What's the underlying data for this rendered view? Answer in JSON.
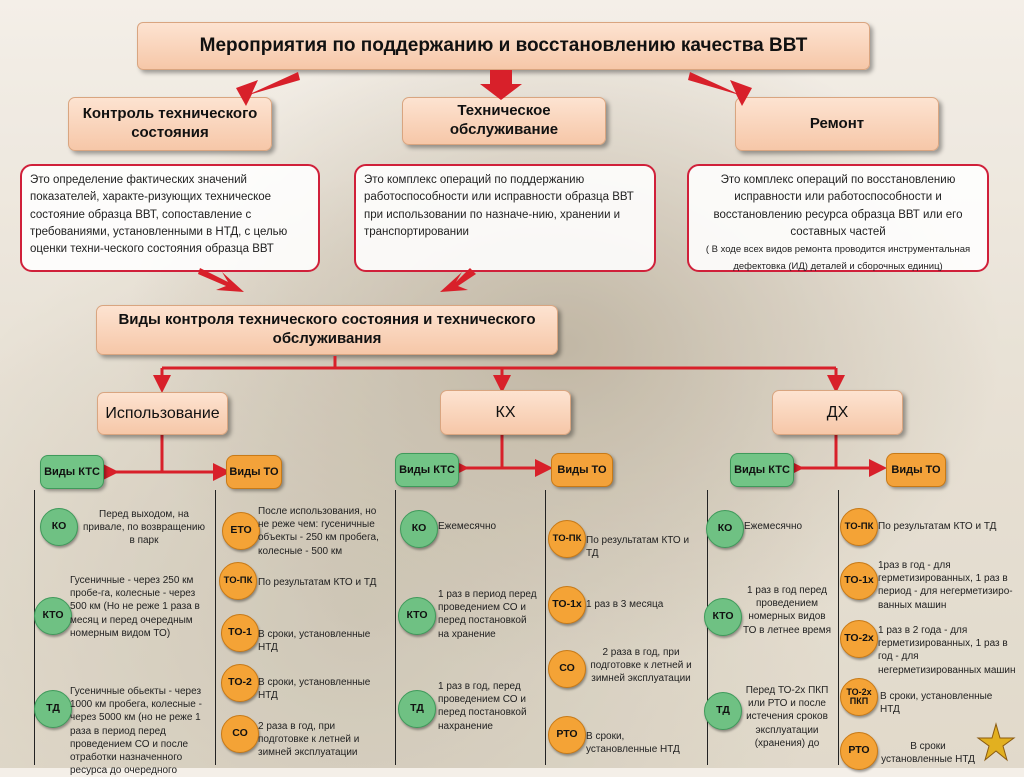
{
  "title": "Мероприятия по поддержанию и восстановлению качества ВВТ",
  "categories": [
    {
      "label": "Контроль технического состояния",
      "description": "Это определение фактических значений показателей, характе-ризующих техническое состояние образца ВВТ, сопоставление с требованиями, установленными в НТД, с целью оценки техни-ческого состояния образца ВВТ"
    },
    {
      "label": "Техническое обслуживание",
      "description": "Это комплекс операций по поддержанию работоспособности или исправности образца ВВТ при использовании по назначе-нию, хранении и транспортировании"
    },
    {
      "label": "Ремонт",
      "description": "Это комплекс операций по восстановлению исправности или работоспособности и восстановлению ресурса образца ВВТ или его составных частей",
      "note": "( В ходе всех видов ремонта проводится инструментальная дефектовка (ИД) деталей и сборочных единиц)"
    }
  ],
  "section_title": "Виды контроля технического состояния и технического обслуживания",
  "modes": [
    {
      "label": "Использование",
      "ktc_label": "Виды КТС",
      "to_label": "Виды ТО",
      "ktc_items": [
        {
          "code": "КО",
          "text": "Перед выходом, на привале, по возвращению в парк"
        },
        {
          "code": "КТО",
          "text": "Гусеничные - через 250 км пробе-га, колесные - через 500 км (Но не реже 1 раза в месяц и перед очередным номерным видом ТО)"
        },
        {
          "code": "ТД",
          "text": "Гусеничные обьекты - через 1000 км пробега, колесные - через 5000 км (но не реже 1 раза в период перед проведением СО и после отработки назначенного ресурса до очередного"
        }
      ],
      "to_items": [
        {
          "code": "ЕТО",
          "text": "После использования, но не реже чем: гусеничные объекты - 250 км пробега, колесные - 500 км"
        },
        {
          "code": "ТО-ПК",
          "text": "По результатам КТО и ТД"
        },
        {
          "code": "ТО-1",
          "text": "В сроки, установленные НТД"
        },
        {
          "code": "ТО-2",
          "text": "В сроки, установленные НТД"
        },
        {
          "code": "СО",
          "text": "2 раза в год, при подготовке к летней и зимней эксплуатации"
        }
      ]
    },
    {
      "label": "КХ",
      "ktc_label": "Виды КТС",
      "to_label": "Виды ТО",
      "ktc_items": [
        {
          "code": "КО",
          "text": "Ежемесячно"
        },
        {
          "code": "КТО",
          "text": "1 раз в период перед проведением СО и перед постановкой на хранение"
        },
        {
          "code": "ТД",
          "text": "1 раз в год, перед проведением СО и перед постановкой нахранение"
        }
      ],
      "to_items": [
        {
          "code": "ТО-ПК",
          "text": "По результатам КТО и ТД"
        },
        {
          "code": "ТО-1х",
          "text": "1 раз в 3 месяца"
        },
        {
          "code": "СО",
          "text": "2 раза в год, при подготовке к летней и зимней эксплуатации"
        },
        {
          "code": "РТО",
          "text": "В сроки, установленные НТД"
        }
      ]
    },
    {
      "label": "ДХ",
      "ktc_label": "Виды КТС",
      "to_label": "Виды ТО",
      "ktc_items": [
        {
          "code": "КО",
          "text": "Ежемесячно"
        },
        {
          "code": "КТО",
          "text": "1 раз в год перед проведением номерных видов ТО в летнее время"
        },
        {
          "code": "ТД",
          "text": "Перед ТО-2х ПКП или РТО и после истечения сроков эксплуатации (хранения) до"
        }
      ],
      "to_items": [
        {
          "code": "ТО-ПК",
          "text": "По результатам КТО и ТД"
        },
        {
          "code": "ТО-1х",
          "text": "1раз в год - для герметизированных, 1 раз в период - для негерметизиро-ванных машин"
        },
        {
          "code": "ТО-2х",
          "text": "1 раз в 2 года - для герметизированных, 1 раз в год - для негерметизированных машин"
        },
        {
          "code": "ТО-2х ПКП",
          "text": "В сроки, установленные НТД"
        },
        {
          "code": "РТО",
          "text": "В сроки установленные НТД"
        }
      ]
    }
  ],
  "colors": {
    "arrow": "#d8202a",
    "ktc": "#6fc183",
    "to": "#f4a336",
    "box": "#f8cfb3"
  }
}
